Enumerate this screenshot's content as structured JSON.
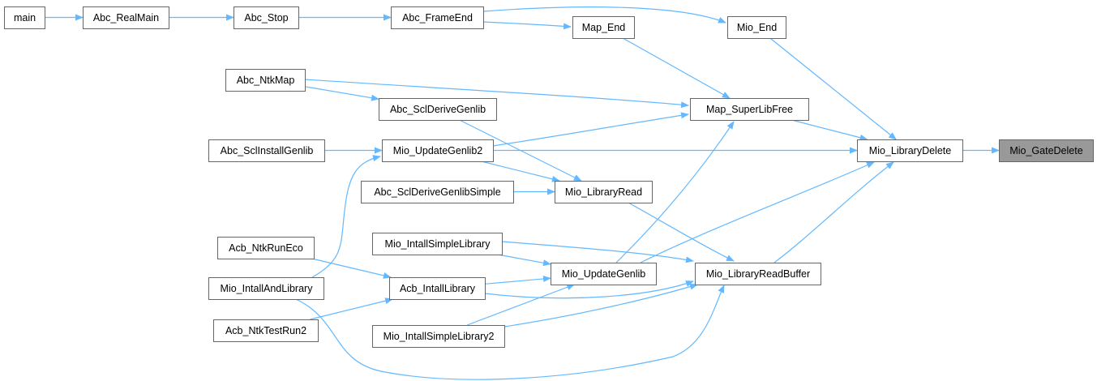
{
  "graph": {
    "nodes": [
      {
        "id": "main",
        "label": "main"
      },
      {
        "id": "abc_realmain",
        "label": "Abc_RealMain"
      },
      {
        "id": "abc_stop",
        "label": "Abc_Stop"
      },
      {
        "id": "abc_frameend",
        "label": "Abc_FrameEnd"
      },
      {
        "id": "map_end",
        "label": "Map_End"
      },
      {
        "id": "mio_end",
        "label": "Mio_End"
      },
      {
        "id": "abc_ntkmap",
        "label": "Abc_NtkMap"
      },
      {
        "id": "abc_sclderivegenlib",
        "label": "Abc_SclDeriveGenlib"
      },
      {
        "id": "map_superlibfree",
        "label": "Map_SuperLibFree"
      },
      {
        "id": "abc_sclinstallgenlib",
        "label": "Abc_SclInstallGenlib"
      },
      {
        "id": "mio_updategenlib2",
        "label": "Mio_UpdateGenlib2"
      },
      {
        "id": "mio_librarydelete",
        "label": "Mio_LibraryDelete"
      },
      {
        "id": "mio_gatedelete",
        "label": "Mio_GateDelete",
        "current": true
      },
      {
        "id": "abc_sclderivegenlibsimple",
        "label": "Abc_SclDeriveGenlibSimple"
      },
      {
        "id": "mio_libraryread",
        "label": "Mio_LibraryRead"
      },
      {
        "id": "mio_intallsimplelibrary",
        "label": "Mio_IntallSimpleLibrary"
      },
      {
        "id": "acb_ntkruneco",
        "label": "Acb_NtkRunEco"
      },
      {
        "id": "mio_updategenlib",
        "label": "Mio_UpdateGenlib"
      },
      {
        "id": "mio_libraryreadbuffer",
        "label": "Mio_LibraryReadBuffer"
      },
      {
        "id": "mio_intallandlibrary",
        "label": "Mio_IntallAndLibrary"
      },
      {
        "id": "acb_intalllibrary",
        "label": "Acb_IntallLibrary"
      },
      {
        "id": "acb_ntktestrun2",
        "label": "Acb_NtkTestRun2"
      },
      {
        "id": "mio_intallsimplelibrary2",
        "label": "Mio_IntallSimpleLibrary2"
      }
    ],
    "edges": [
      {
        "from": "main",
        "to": "abc_realmain"
      },
      {
        "from": "abc_realmain",
        "to": "abc_stop"
      },
      {
        "from": "abc_stop",
        "to": "abc_frameend"
      },
      {
        "from": "abc_frameend",
        "to": "map_end"
      },
      {
        "from": "abc_frameend",
        "to": "mio_end"
      },
      {
        "from": "map_end",
        "to": "map_superlibfree"
      },
      {
        "from": "mio_end",
        "to": "mio_librarydelete"
      },
      {
        "from": "abc_ntkmap",
        "to": "abc_sclderivegenlib"
      },
      {
        "from": "abc_ntkmap",
        "to": "map_superlibfree"
      },
      {
        "from": "abc_sclderivegenlib",
        "to": "mio_libraryread"
      },
      {
        "from": "map_superlibfree",
        "to": "mio_librarydelete"
      },
      {
        "from": "abc_sclinstallgenlib",
        "to": "mio_updategenlib2"
      },
      {
        "from": "mio_updategenlib2",
        "to": "map_superlibfree"
      },
      {
        "from": "mio_updategenlib2",
        "to": "mio_librarydelete"
      },
      {
        "from": "mio_updategenlib2",
        "to": "mio_libraryread"
      },
      {
        "from": "mio_librarydelete",
        "to": "mio_gatedelete"
      },
      {
        "from": "abc_sclderivegenlibsimple",
        "to": "mio_libraryread"
      },
      {
        "from": "mio_libraryread",
        "to": "mio_libraryreadbuffer"
      },
      {
        "from": "mio_intallsimplelibrary",
        "to": "mio_updategenlib"
      },
      {
        "from": "mio_intallsimplelibrary",
        "to": "mio_libraryreadbuffer"
      },
      {
        "from": "acb_ntkruneco",
        "to": "acb_intalllibrary"
      },
      {
        "from": "mio_updategenlib",
        "to": "map_superlibfree"
      },
      {
        "from": "mio_updategenlib",
        "to": "mio_librarydelete"
      },
      {
        "from": "mio_libraryreadbuffer",
        "to": "mio_librarydelete"
      },
      {
        "from": "mio_intallandlibrary",
        "to": "mio_updategenlib2"
      },
      {
        "from": "mio_intallandlibrary",
        "to": "mio_libraryreadbuffer"
      },
      {
        "from": "acb_intalllibrary",
        "to": "mio_updategenlib"
      },
      {
        "from": "acb_intalllibrary",
        "to": "mio_libraryreadbuffer"
      },
      {
        "from": "acb_ntktestrun2",
        "to": "acb_intalllibrary"
      },
      {
        "from": "mio_intallsimplelibrary2",
        "to": "mio_updategenlib"
      },
      {
        "from": "mio_intallsimplelibrary2",
        "to": "mio_libraryreadbuffer"
      }
    ]
  },
  "colors": {
    "edge": "#63b8ff",
    "node_border": "#666666",
    "node_fill": "#ffffff",
    "current_fill": "#999999",
    "text": "#000000"
  }
}
